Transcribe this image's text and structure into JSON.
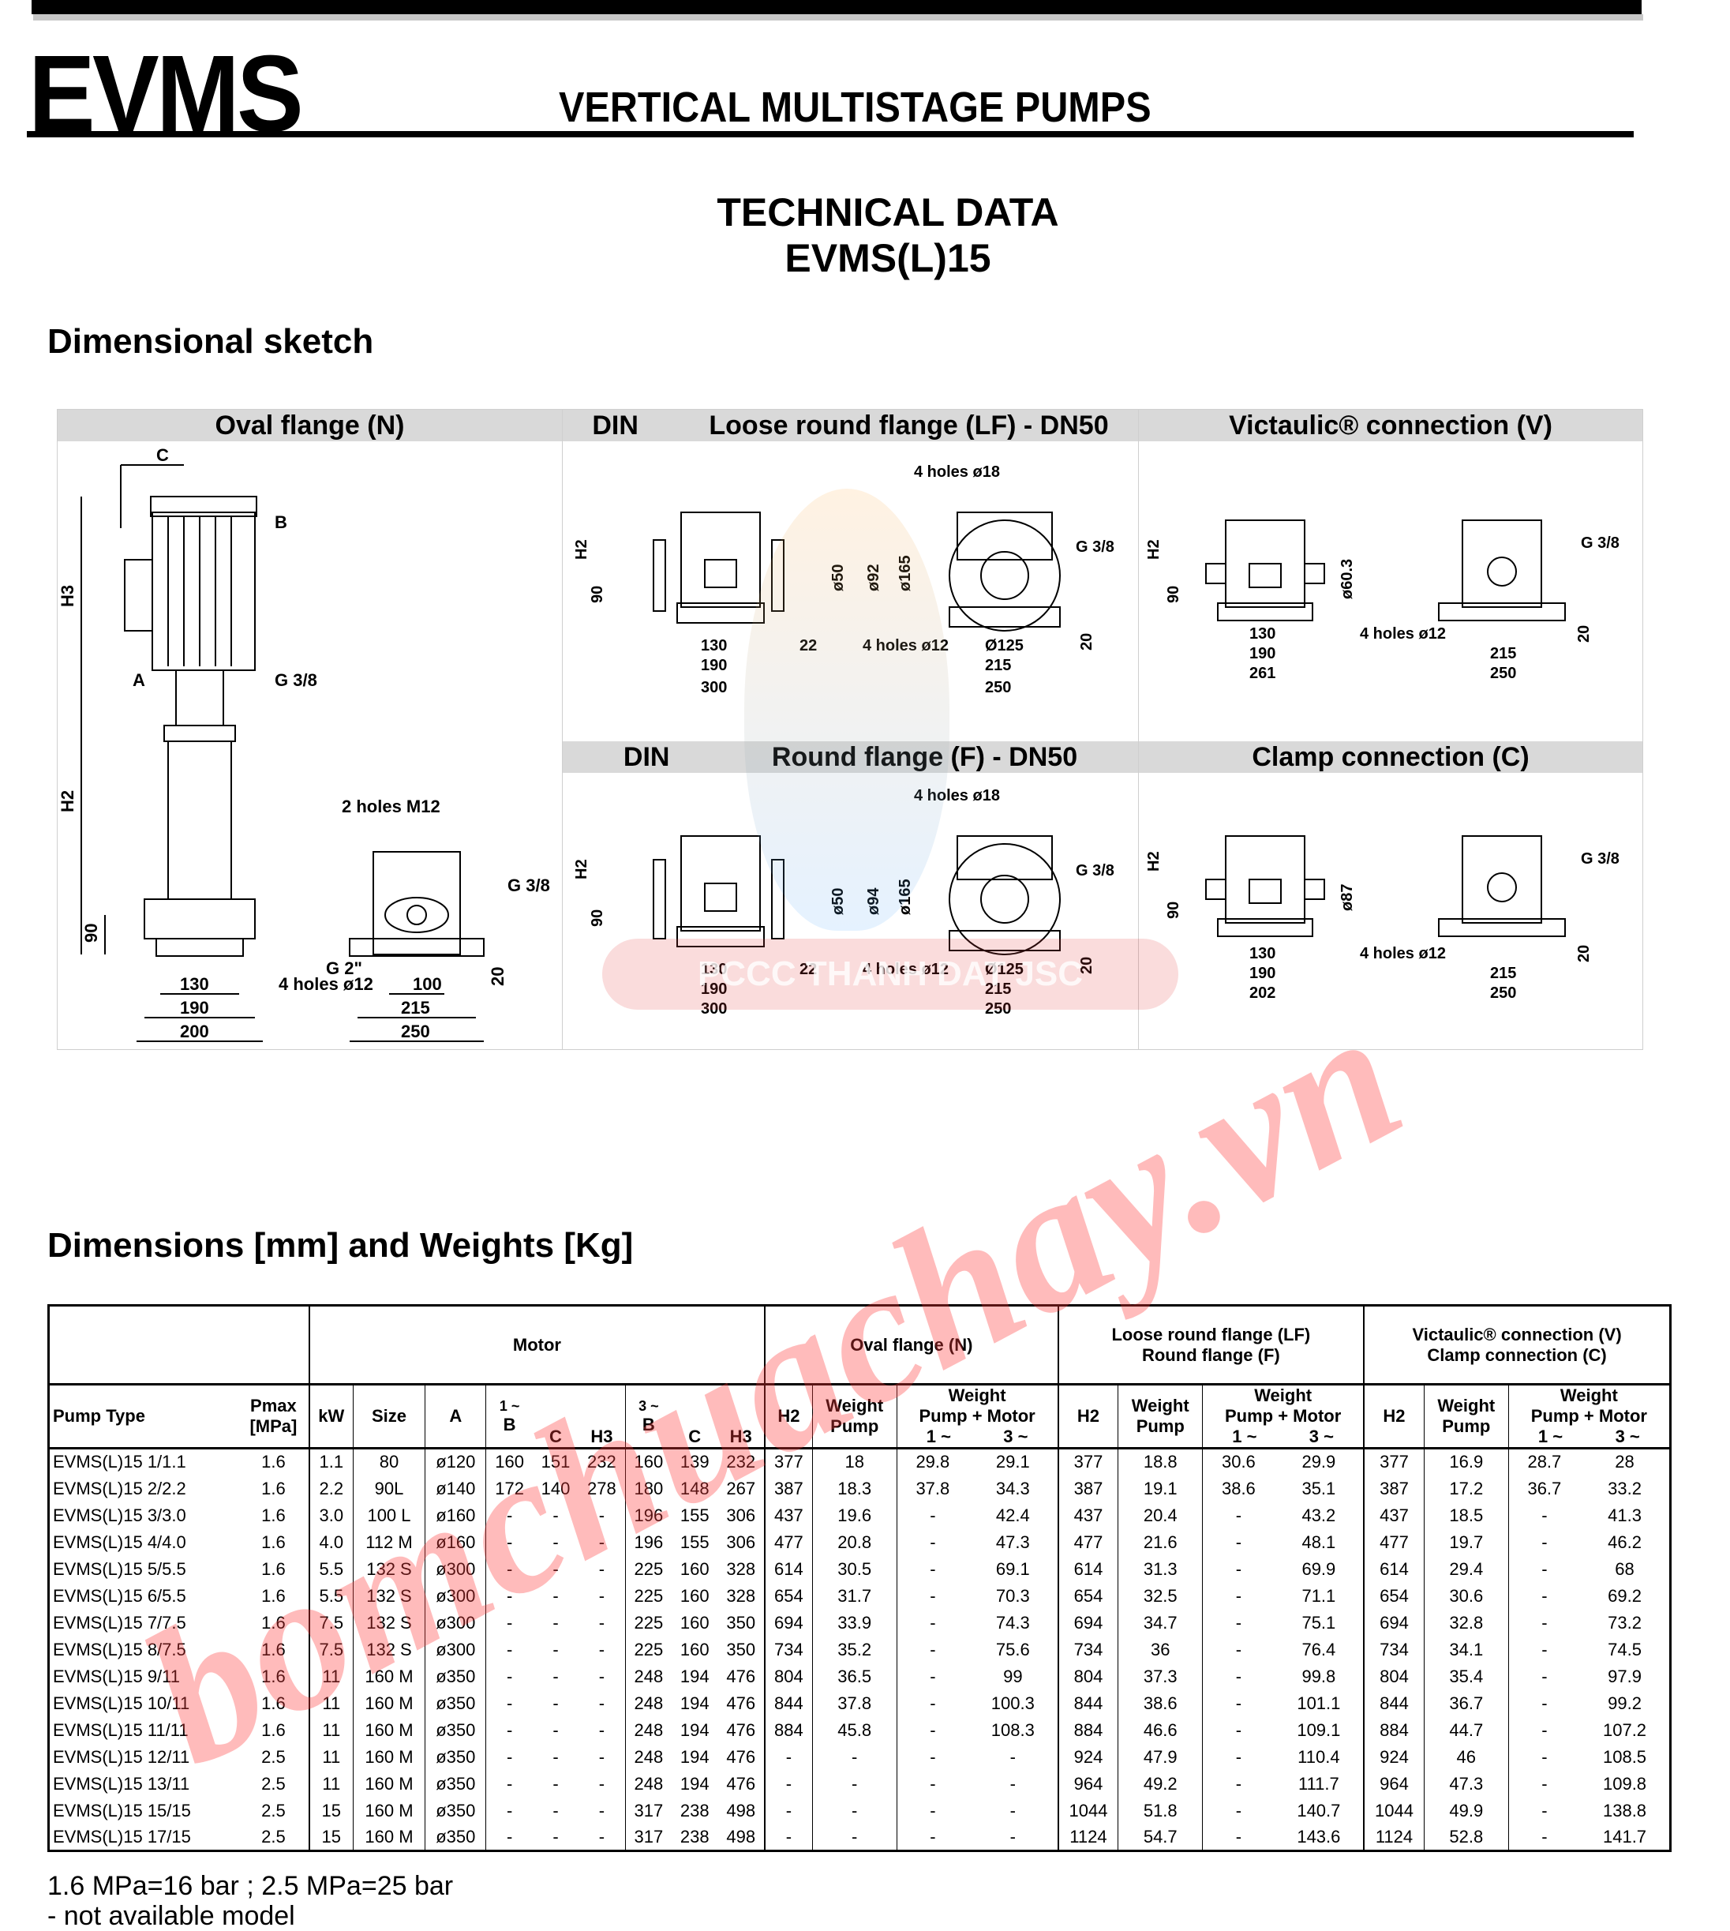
{
  "header": {
    "brand": "EVMS",
    "subtitle": "VERTICAL MULTISTAGE PUMPS",
    "tech_title": "TECHNICAL DATA",
    "model": "EVMS(L)15"
  },
  "sketch": {
    "title": "Dimensional sketch",
    "panels": {
      "oval": {
        "label": "Oval flange (N)"
      },
      "loose": {
        "prefix": "DIN",
        "label": "Loose round flange (LF) - DN50"
      },
      "victaulic": {
        "label": "Victaulic® connection (V)"
      },
      "round": {
        "prefix": "DIN",
        "label": "Round flange (F) - DN50"
      },
      "clamp": {
        "label": "Clamp connection (C)"
      }
    },
    "labels": {
      "c": "C",
      "b": "B",
      "a": "A",
      "h3": "H3",
      "h2": "H2",
      "g38": "G 3/8",
      "g2": "G 2\"",
      "holes_m12": "2 holes M12",
      "holes12": "4 holes ø12",
      "holes18": "4 holes ø18",
      "d90": "90",
      "d130": "130",
      "d190": "190",
      "d200": "200",
      "d100": "100",
      "d215": "215",
      "d250": "250",
      "d20": "20",
      "d300": "300",
      "d22": "22",
      "d50": "ø50",
      "d92": "ø92",
      "d94": "ø94",
      "d165": "ø165",
      "d125": "Ø125",
      "d603": "ø60.3",
      "d261": "261",
      "d87": "ø87",
      "d202": "202"
    }
  },
  "table": {
    "title": "Dimensions [mm] and Weights [Kg]",
    "groups": {
      "motor": "Motor",
      "oval": "Oval flange (N)",
      "lf_line1": "Loose round flange (LF)",
      "lf_line2": "Round flange (F)",
      "vc_line1": "Victaulic® connection (V)",
      "vc_line2": "Clamp connection (C)"
    },
    "headers": {
      "pump_type": "Pump Type",
      "pmax": "Pmax",
      "pmax_unit": "[MPa]",
      "kw": "kW",
      "size": "Size",
      "a": "A",
      "one_phase": "1 ~",
      "three_phase": "3 ~",
      "b": "B",
      "c": "C",
      "h3": "H3",
      "h2": "H2",
      "weight": "Weight",
      "pump": "Pump",
      "pump_motor": "Pump + Motor"
    },
    "rows": [
      [
        "EVMS(L)15 1/1.1",
        "1.6",
        "1.1",
        "80",
        "ø120",
        "160",
        "151",
        "232",
        "160",
        "139",
        "232",
        "377",
        "18",
        "29.8",
        "29.1",
        "377",
        "18.8",
        "30.6",
        "29.9",
        "377",
        "16.9",
        "28.7",
        "28"
      ],
      [
        "EVMS(L)15 2/2.2",
        "1.6",
        "2.2",
        "90L",
        "ø140",
        "172",
        "140",
        "278",
        "180",
        "148",
        "267",
        "387",
        "18.3",
        "37.8",
        "34.3",
        "387",
        "19.1",
        "38.6",
        "35.1",
        "387",
        "17.2",
        "36.7",
        "33.2"
      ],
      [
        "EVMS(L)15 3/3.0",
        "1.6",
        "3.0",
        "100 L",
        "ø160",
        "-",
        "-",
        "-",
        "196",
        "155",
        "306",
        "437",
        "19.6",
        "-",
        "42.4",
        "437",
        "20.4",
        "-",
        "43.2",
        "437",
        "18.5",
        "-",
        "41.3"
      ],
      [
        "EVMS(L)15 4/4.0",
        "1.6",
        "4.0",
        "112 M",
        "ø160",
        "-",
        "-",
        "-",
        "196",
        "155",
        "306",
        "477",
        "20.8",
        "-",
        "47.3",
        "477",
        "21.6",
        "-",
        "48.1",
        "477",
        "19.7",
        "-",
        "46.2"
      ],
      [
        "EVMS(L)15 5/5.5",
        "1.6",
        "5.5",
        "132 S",
        "ø300",
        "-",
        "-",
        "-",
        "225",
        "160",
        "328",
        "614",
        "30.5",
        "-",
        "69.1",
        "614",
        "31.3",
        "-",
        "69.9",
        "614",
        "29.4",
        "-",
        "68"
      ],
      [
        "EVMS(L)15 6/5.5",
        "1.6",
        "5.5",
        "132 S",
        "ø300",
        "-",
        "-",
        "-",
        "225",
        "160",
        "328",
        "654",
        "31.7",
        "-",
        "70.3",
        "654",
        "32.5",
        "-",
        "71.1",
        "654",
        "30.6",
        "-",
        "69.2"
      ],
      [
        "EVMS(L)15 7/7.5",
        "1.6",
        "7.5",
        "132 S",
        "ø300",
        "-",
        "-",
        "-",
        "225",
        "160",
        "350",
        "694",
        "33.9",
        "-",
        "74.3",
        "694",
        "34.7",
        "-",
        "75.1",
        "694",
        "32.8",
        "-",
        "73.2"
      ],
      [
        "EVMS(L)15 8/7.5",
        "1.6",
        "7.5",
        "132 S",
        "ø300",
        "-",
        "-",
        "-",
        "225",
        "160",
        "350",
        "734",
        "35.2",
        "-",
        "75.6",
        "734",
        "36",
        "-",
        "76.4",
        "734",
        "34.1",
        "-",
        "74.5"
      ],
      [
        "EVMS(L)15 9/11",
        "1.6",
        "11",
        "160 M",
        "ø350",
        "-",
        "-",
        "-",
        "248",
        "194",
        "476",
        "804",
        "36.5",
        "-",
        "99",
        "804",
        "37.3",
        "-",
        "99.8",
        "804",
        "35.4",
        "-",
        "97.9"
      ],
      [
        "EVMS(L)15 10/11",
        "1.6",
        "11",
        "160 M",
        "ø350",
        "-",
        "-",
        "-",
        "248",
        "194",
        "476",
        "844",
        "37.8",
        "-",
        "100.3",
        "844",
        "38.6",
        "-",
        "101.1",
        "844",
        "36.7",
        "-",
        "99.2"
      ],
      [
        "EVMS(L)15 11/11",
        "1.6",
        "11",
        "160 M",
        "ø350",
        "-",
        "-",
        "-",
        "248",
        "194",
        "476",
        "884",
        "45.8",
        "-",
        "108.3",
        "884",
        "46.6",
        "-",
        "109.1",
        "884",
        "44.7",
        "-",
        "107.2"
      ],
      [
        "EVMS(L)15 12/11",
        "2.5",
        "11",
        "160 M",
        "ø350",
        "-",
        "-",
        "-",
        "248",
        "194",
        "476",
        "-",
        "-",
        "-",
        "-",
        "924",
        "47.9",
        "-",
        "110.4",
        "924",
        "46",
        "-",
        "108.5"
      ],
      [
        "EVMS(L)15 13/11",
        "2.5",
        "11",
        "160 M",
        "ø350",
        "-",
        "-",
        "-",
        "248",
        "194",
        "476",
        "-",
        "-",
        "-",
        "-",
        "964",
        "49.2",
        "-",
        "111.7",
        "964",
        "47.3",
        "-",
        "109.8"
      ],
      [
        "EVMS(L)15 15/15",
        "2.5",
        "15",
        "160 M",
        "ø350",
        "-",
        "-",
        "-",
        "317",
        "238",
        "498",
        "-",
        "-",
        "-",
        "-",
        "1044",
        "51.8",
        "-",
        "140.7",
        "1044",
        "49.9",
        "-",
        "138.8"
      ],
      [
        "EVMS(L)15 17/15",
        "2.5",
        "15",
        "160 M",
        "ø350",
        "-",
        "-",
        "-",
        "317",
        "238",
        "498",
        "-",
        "-",
        "-",
        "-",
        "1124",
        "54.7",
        "-",
        "143.6",
        "1124",
        "52.8",
        "-",
        "141.7"
      ]
    ]
  },
  "notes": {
    "line1": "1.6 MPa=16 bar ; 2.5 MPa=25 bar",
    "line2": "- not available model"
  },
  "watermarks": {
    "main": "bomchuachay.vn",
    "logo_text": "PCCC THANH DAT JSC"
  },
  "colors": {
    "panel_header": "#d9d9d9",
    "watermark": "#ff3c3c"
  }
}
